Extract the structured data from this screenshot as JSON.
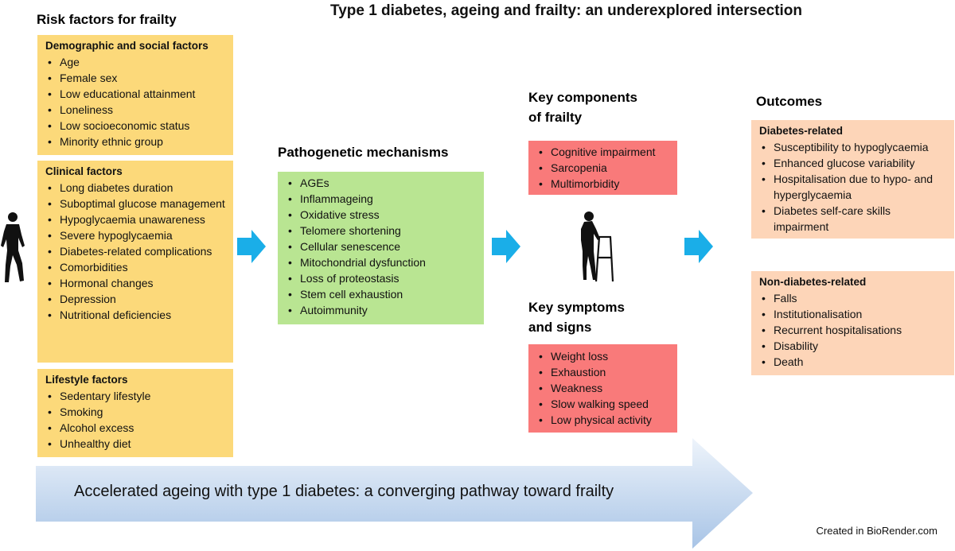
{
  "title": "Type 1 diabetes, ageing and frailty: an underexplored intersection",
  "risk_factors": {
    "heading": "Risk factors for frailty",
    "groups": [
      {
        "title": "Demographic and social factors",
        "items": [
          "Age",
          "Female sex",
          "Low educational attainment",
          "Loneliness",
          "Low socioeconomic status",
          "Minority ethnic group"
        ]
      },
      {
        "title": "Clinical factors",
        "items": [
          "Long diabetes duration",
          "Suboptimal glucose management",
          "Hypoglycaemia unawareness",
          "Severe hypoglycaemia",
          "Diabetes-related complications",
          "Comorbidities",
          "Hormonal changes",
          "Depression",
          "Nutritional deficiencies"
        ]
      },
      {
        "title": "Lifestyle factors",
        "items": [
          "Sedentary lifestyle",
          "Smoking",
          "Alcohol excess",
          "Unhealthy diet"
        ]
      }
    ]
  },
  "mechanisms": {
    "heading": "Pathogenetic mechanisms",
    "items": [
      "AGEs",
      "Inflammageing",
      "Oxidative stress",
      "Telomere shortening",
      "Cellular senescence",
      "Mitochondrial dysfunction",
      "Loss of proteostasis",
      "Stem cell exhaustion",
      "Autoimmunity"
    ]
  },
  "components": {
    "heading_line1": "Key components",
    "heading_line2": "of frailty",
    "items": [
      "Cognitive impairment",
      "Sarcopenia",
      "Multimorbidity"
    ]
  },
  "symptoms": {
    "heading_line1": "Key symptoms",
    "heading_line2": "and signs",
    "items": [
      "Weight loss",
      "Exhaustion",
      "Weakness",
      "Slow walking speed",
      "Low physical activity"
    ]
  },
  "outcomes": {
    "heading": "Outcomes",
    "groups": [
      {
        "title": "Diabetes-related",
        "items": [
          "Susceptibility to hypoglycaemia",
          "Enhanced glucose variability",
          "Hospitalisation due to hypo- and hyperglycaemia",
          "Diabetes self-care skills impairment"
        ]
      },
      {
        "title": "Non-diabetes-related",
        "items": [
          "Falls",
          "Institutionalisation",
          "Recurrent hospitalisations",
          "Disability",
          "Death"
        ]
      }
    ]
  },
  "banner": "Accelerated ageing with type 1 diabetes: a converging pathway toward frailty",
  "credit": "Created in BioRender.com",
  "colors": {
    "risk_boxes": "#fcd97a",
    "mechanism_box": "#b9e592",
    "frailty_boxes": "#f97a7a",
    "outcome_boxes": "#fdd5b8",
    "small_arrows": "#1aaee8",
    "banner_arrow_light": "#eef4fb",
    "banner_arrow_dark": "#a8c4e6"
  },
  "icons": [
    "walking-person-icon",
    "elderly-walker-icon",
    "arrow-right-icon"
  ]
}
